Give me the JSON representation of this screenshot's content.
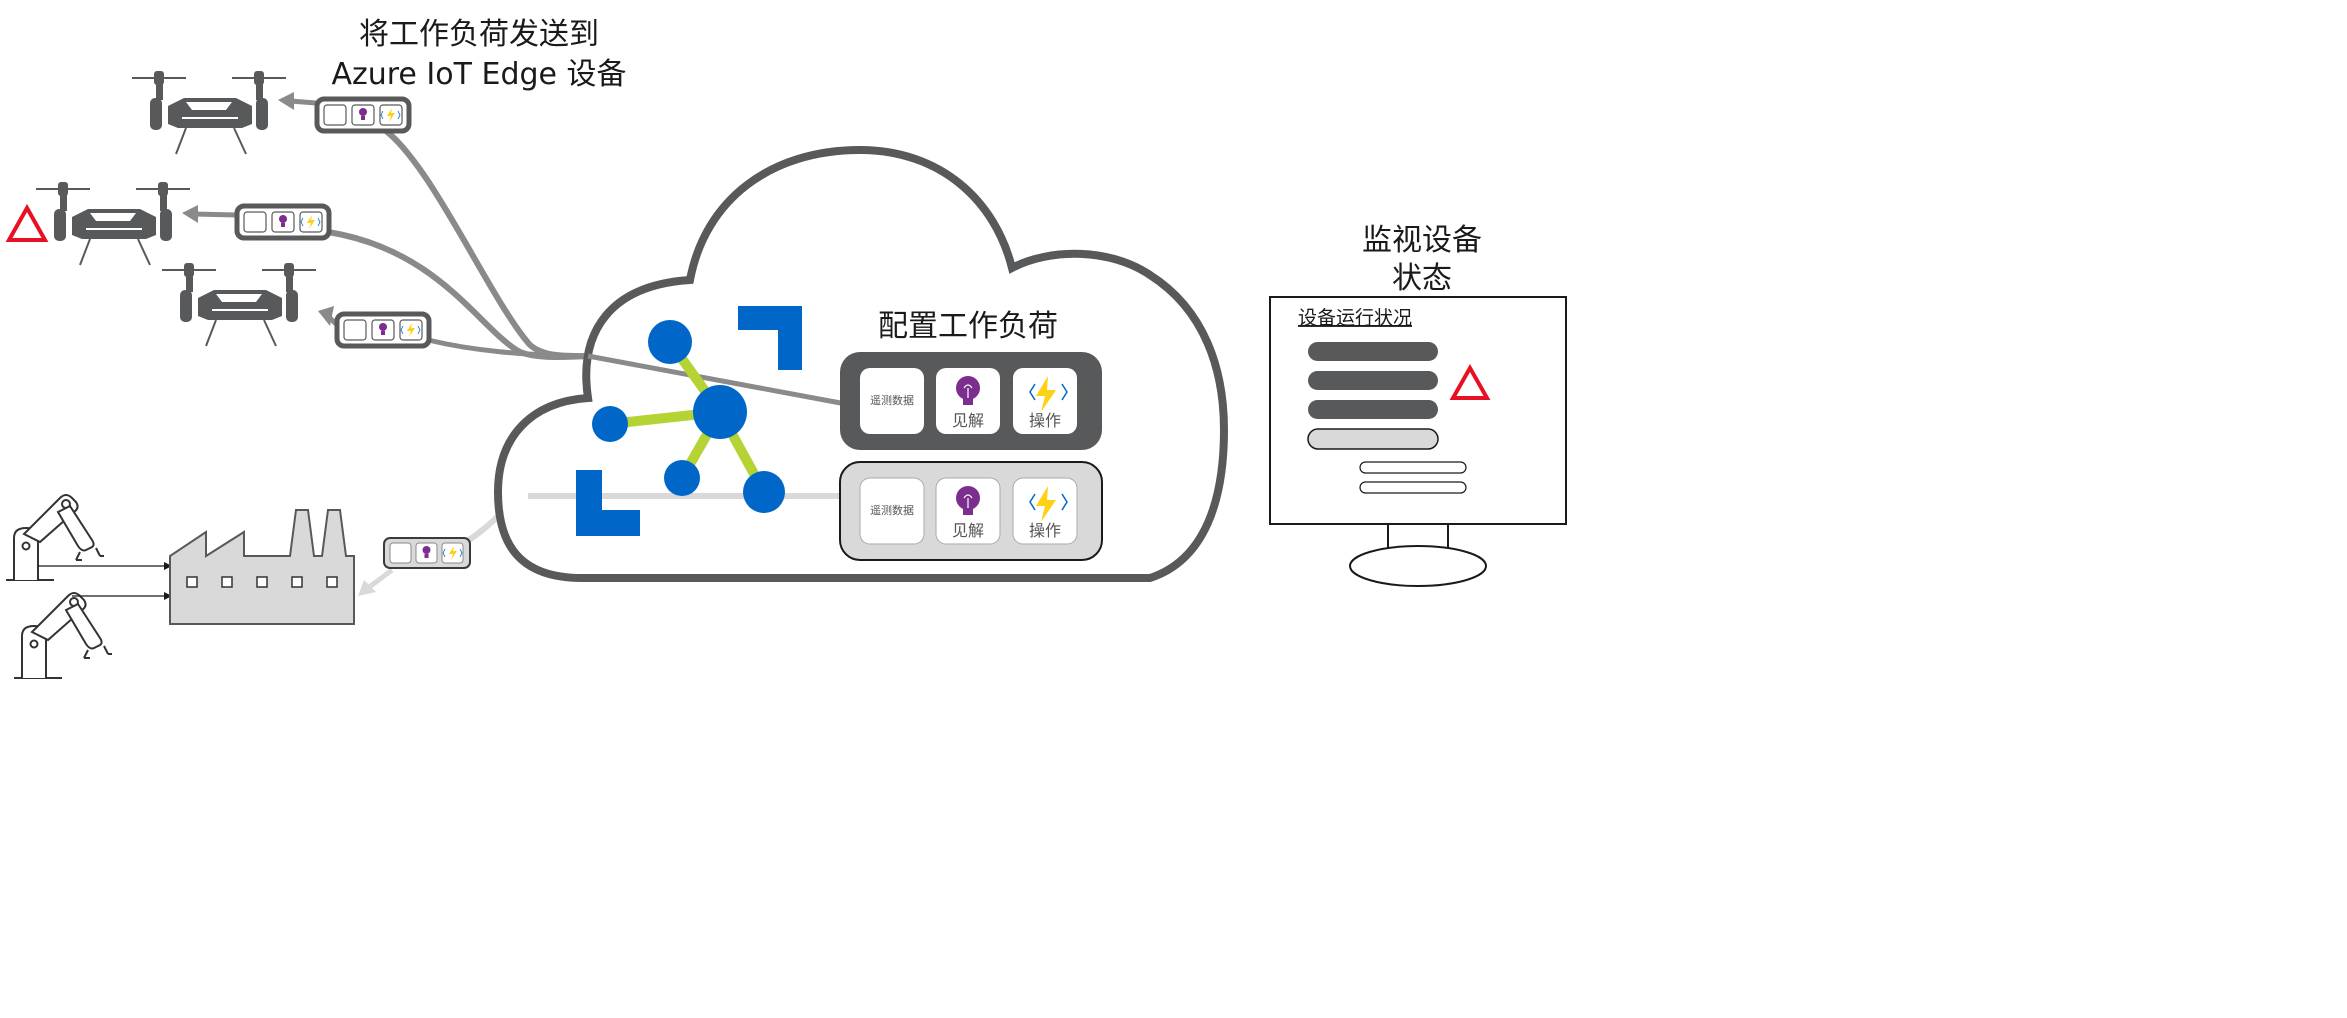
{
  "header": {
    "title_line1": "将工作负荷发送到",
    "title_line2": "Azure IoT Edge 设备"
  },
  "cloud": {
    "deploy_label": "配置工作负荷",
    "workload_dark": {
      "telemetry": "遥测数据",
      "insights": "见解",
      "actions": "操作"
    },
    "workload_light": {
      "telemetry": "遥测数据",
      "insights": "见解",
      "actions": "操作"
    }
  },
  "monitor": {
    "title_line1": "监视设备",
    "title_line2": "状态",
    "screen_heading": "设备运行状况"
  },
  "colors": {
    "dark_gray": "#58595b",
    "mid_gray": "#8a8a8a",
    "light_gray": "#d9d9d9",
    "azure_blue": "#0067c8",
    "link_green": "#b5d334",
    "alert_red": "#e81123",
    "bulb_purple": "#7b2e8e",
    "bolt_yellow": "#fcd116"
  },
  "icons": [
    "drone-icon",
    "warning-icon",
    "insights-bulb-icon",
    "actions-bolt-icon",
    "robot-arm-icon",
    "factory-icon",
    "monitor-icon",
    "iot-hub-icon"
  ]
}
